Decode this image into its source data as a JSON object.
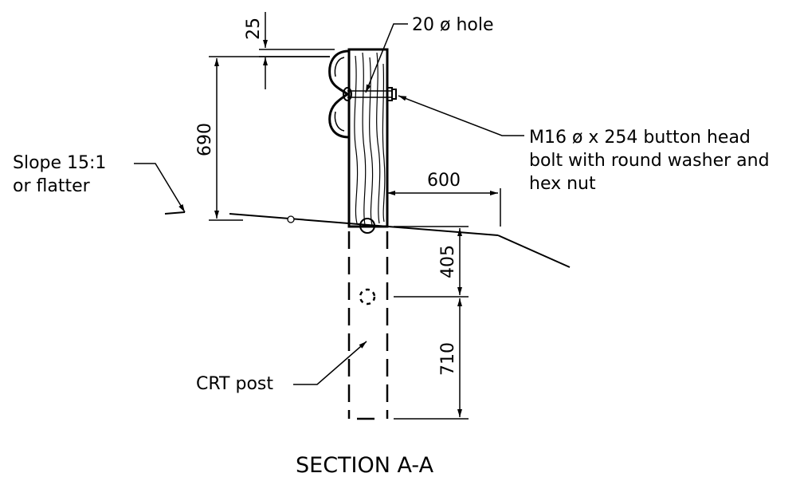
{
  "labels": {
    "hole": "20 ø hole",
    "bolt_line1": "M16 ø x 254 button head",
    "bolt_line2": "bolt with round washer and",
    "bolt_line3": "hex nut",
    "slope_line1": "Slope 15:1",
    "slope_line2": "or flatter",
    "post": "CRT post",
    "title": "SECTION A-A"
  },
  "dimensions": {
    "top_offset": "25",
    "rail_height": "690",
    "offset_width": "600",
    "embed_upper": "405",
    "embed_lower": "710"
  }
}
